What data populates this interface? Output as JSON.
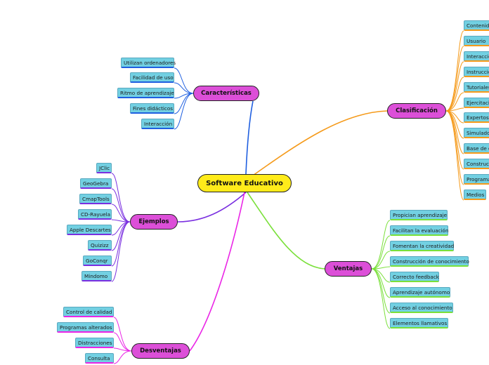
{
  "diagram": {
    "root": "Software Educativo",
    "caracteristicas": {
      "title": "Características",
      "items": [
        "Utilizan ordenadores",
        "Facilidad de uso",
        "Ritmo de aprendizaje",
        "Fines didácticos",
        "Interacción"
      ]
    },
    "ejemplos": {
      "title": "Ejemplos",
      "items": [
        "JClic",
        "GeoGebra",
        "CmapTools",
        "CD-Rayuela",
        "Apple Descartes",
        "Quizizz",
        "GoConqr",
        "Mindomo"
      ]
    },
    "desventajas": {
      "title": "Desventajas",
      "items": [
        "Control de calidad",
        "Programas alterados",
        "Distracciones",
        "Consulta"
      ]
    },
    "clasificacion": {
      "title": "Clasificación",
      "items": [
        "Contenido",
        "Usuario",
        "Interacción",
        "Instrucción",
        "Tutoriales",
        "Ejercitación",
        "Expertos",
        "Simulador",
        "Base de datos",
        "Construcción",
        "Programación",
        "Medios"
      ]
    },
    "ventajas": {
      "title": "Ventajas",
      "items": [
        "Propician aprendizaje",
        "Facilitan la evaluación",
        "Fomentan la creatividad",
        "Construcción de conocimiento",
        "Correcto feedback",
        "Aprendizaje autónomo",
        "Acceso al conocimiento",
        "Elementos llamativos"
      ]
    },
    "colors": {
      "caracteristicas": "#1f5fe0",
      "ejemplos": "#7a2fe0",
      "desventajas": "#ea25e6",
      "clasificacion": "#f59a1a",
      "ventajas": "#7ae03a"
    }
  }
}
